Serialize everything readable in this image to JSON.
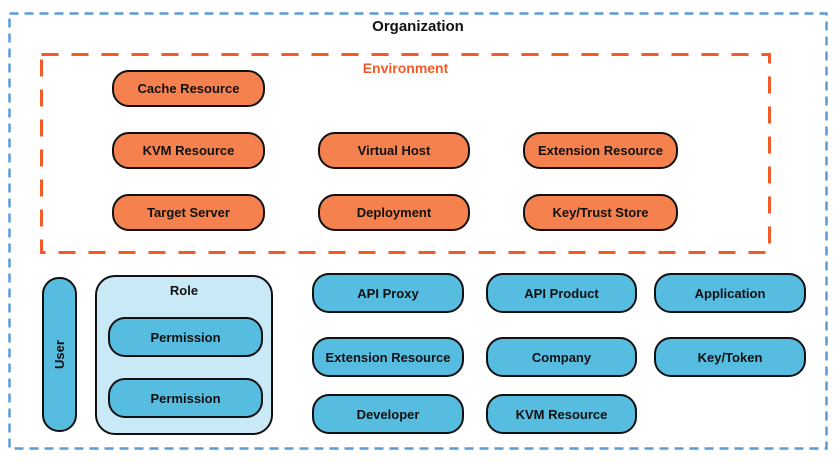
{
  "diagram": {
    "title": "Organization",
    "environment": {
      "label": "Environment",
      "nodes": {
        "cache": "Cache Resource",
        "kvm": "KVM Resource",
        "virtual_host": "Virtual Host",
        "extension": "Extension Resource",
        "target_server": "Target Server",
        "deployment": "Deployment",
        "key_trust_store": "Key/Trust Store"
      }
    },
    "org": {
      "user": "User",
      "role": "Role",
      "permission_1": "Permission",
      "permission_2": "Permission",
      "api_proxy": "API Proxy",
      "api_product": "API Product",
      "application": "Application",
      "extension": "Extension Resource",
      "company": "Company",
      "key_token": "Key/Token",
      "developer": "Developer",
      "kvm": "KVM Resource"
    },
    "colors": {
      "environment_node_fill": "#F5824E",
      "environment_dash": "#F25B27",
      "org_node_fill": "#56BCE0",
      "role_container_fill": "#C9E9F7",
      "org_dash": "#5B9BD5",
      "node_outline": "#111111"
    }
  }
}
